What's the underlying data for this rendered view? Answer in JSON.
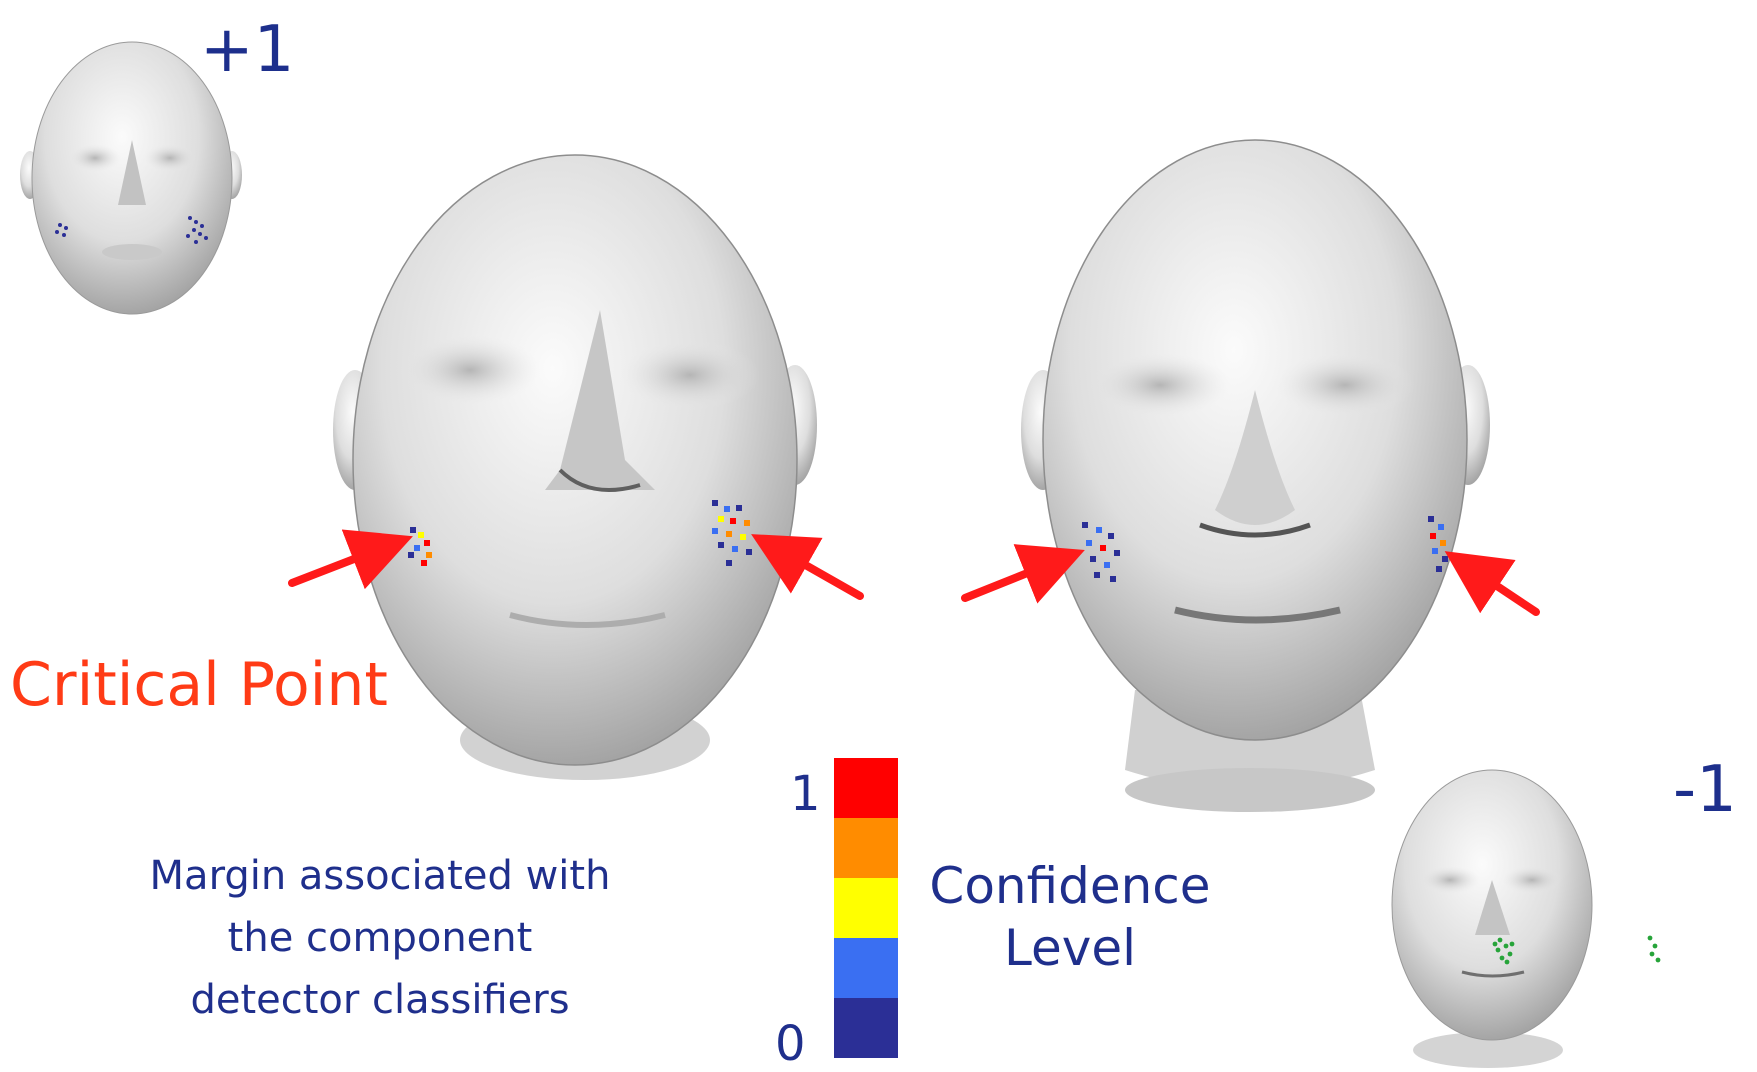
{
  "labels": {
    "plus_one": "+1",
    "minus_one": "-1",
    "critical_point": "Critical Point",
    "margin_text": "Margin associated with the component detector classifiers"
  },
  "colorbar": {
    "title": "Confidence Level",
    "max_label": "1",
    "min_label": "0",
    "colors": [
      "#ff0000",
      "#ff8c00",
      "#ffff00",
      "#3a6ff2",
      "#2b2f96"
    ]
  },
  "colors": {
    "arrow": "#ff1a1a",
    "blue_text": "#1f2f8c",
    "red_text": "#ff3b16",
    "face_gray": "#d9d9d9"
  }
}
